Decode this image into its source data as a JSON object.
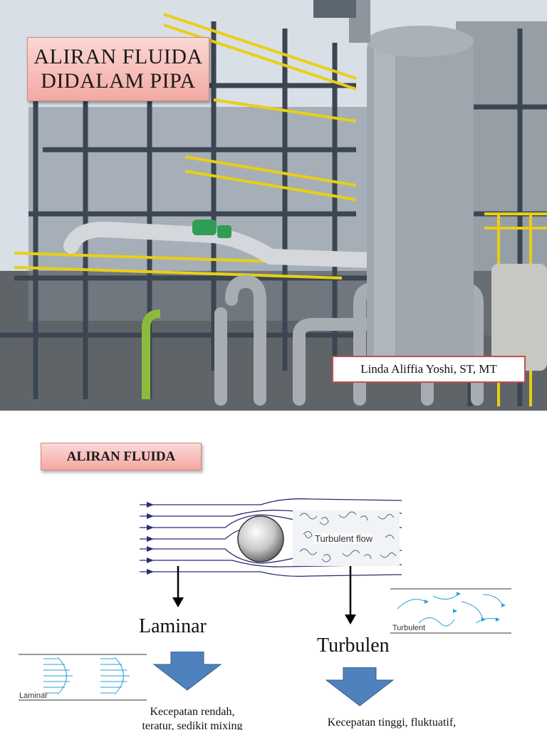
{
  "slide1": {
    "title_line1": "ALIRAN FLUIDA",
    "title_line2": "DIDALAM PIPA",
    "author": "Linda Aliffia Yoshi, ST, MT"
  },
  "slide2": {
    "section_title": "ALIRAN FLUIDA",
    "diagram_label": "Turbulent flow",
    "laminar_word": "Laminar",
    "turbulen_word": "Turbulen",
    "small_turbulent_label": "Turbulent",
    "small_laminar_label": "Laminar",
    "laminar_desc_line1": "Kecepatan rendah,",
    "laminar_desc_line2": "teratur, sedikit mixing",
    "turbulen_desc_line1": "Kecepatan tinggi, fluktuatif,"
  },
  "colors": {
    "title_fill": "#f3a9a3",
    "author_border": "#c0504d",
    "down_arrow": "#4f81bd",
    "streamline": "#2b2b7a",
    "flow_arrow": "#2a9fd6"
  }
}
